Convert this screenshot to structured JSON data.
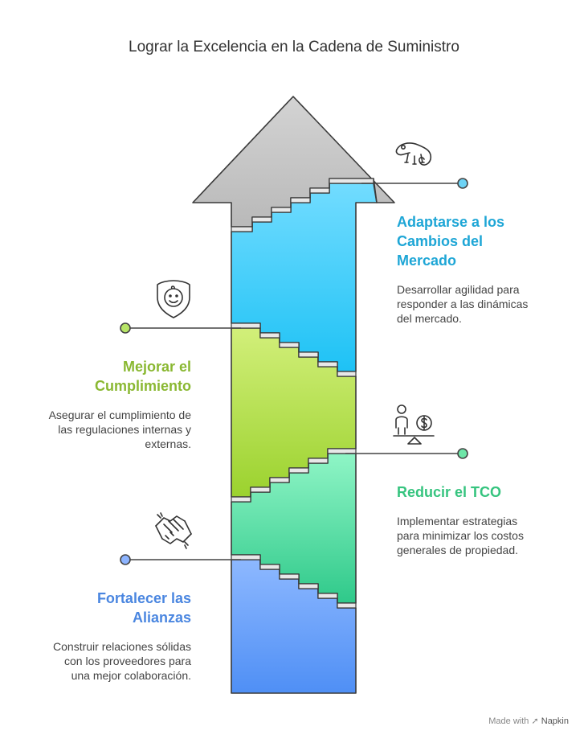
{
  "title": "Lograr la Excelencia en la Cadena de Suministro",
  "colors": {
    "blue": "#4f8ff5",
    "green": "#2fc98a",
    "lime": "#a6d63c",
    "cyan": "#27b7e6",
    "gray": "#c8c8c8",
    "heading_blue": "#4a86e0",
    "heading_green": "#36c47f",
    "heading_lime": "#8ab832",
    "heading_cyan": "#1ea6d6"
  },
  "steps": [
    {
      "heading_lines": [
        "Fortalecer las",
        "Alianzas"
      ],
      "desc_lines": [
        "Construir relaciones sólidas",
        "con los proveedores para",
        "una mejor colaboración."
      ],
      "icon": "handshake-icon"
    },
    {
      "heading_lines": [
        "Reducir el TCO"
      ],
      "desc_lines": [
        "Implementar estrategias",
        "para minimizar los costos",
        "generales de propiedad."
      ],
      "icon": "person-scale-coin-icon"
    },
    {
      "heading_lines": [
        "Mejorar el",
        "Cumplimiento"
      ],
      "desc_lines": [
        "Asegurar el cumplimiento de",
        "las regulaciones internas y",
        "externas."
      ],
      "icon": "shield-baby-icon"
    },
    {
      "heading_lines": [
        "Adaptarse a los",
        "Cambios del",
        "Mercado"
      ],
      "desc_lines": [
        "Desarrollar agilidad para",
        "responder a las dinámicas",
        "del mercado."
      ],
      "icon": "chameleon-icon"
    }
  ],
  "watermark": {
    "prefix": "Made with",
    "brand": "Napkin"
  }
}
